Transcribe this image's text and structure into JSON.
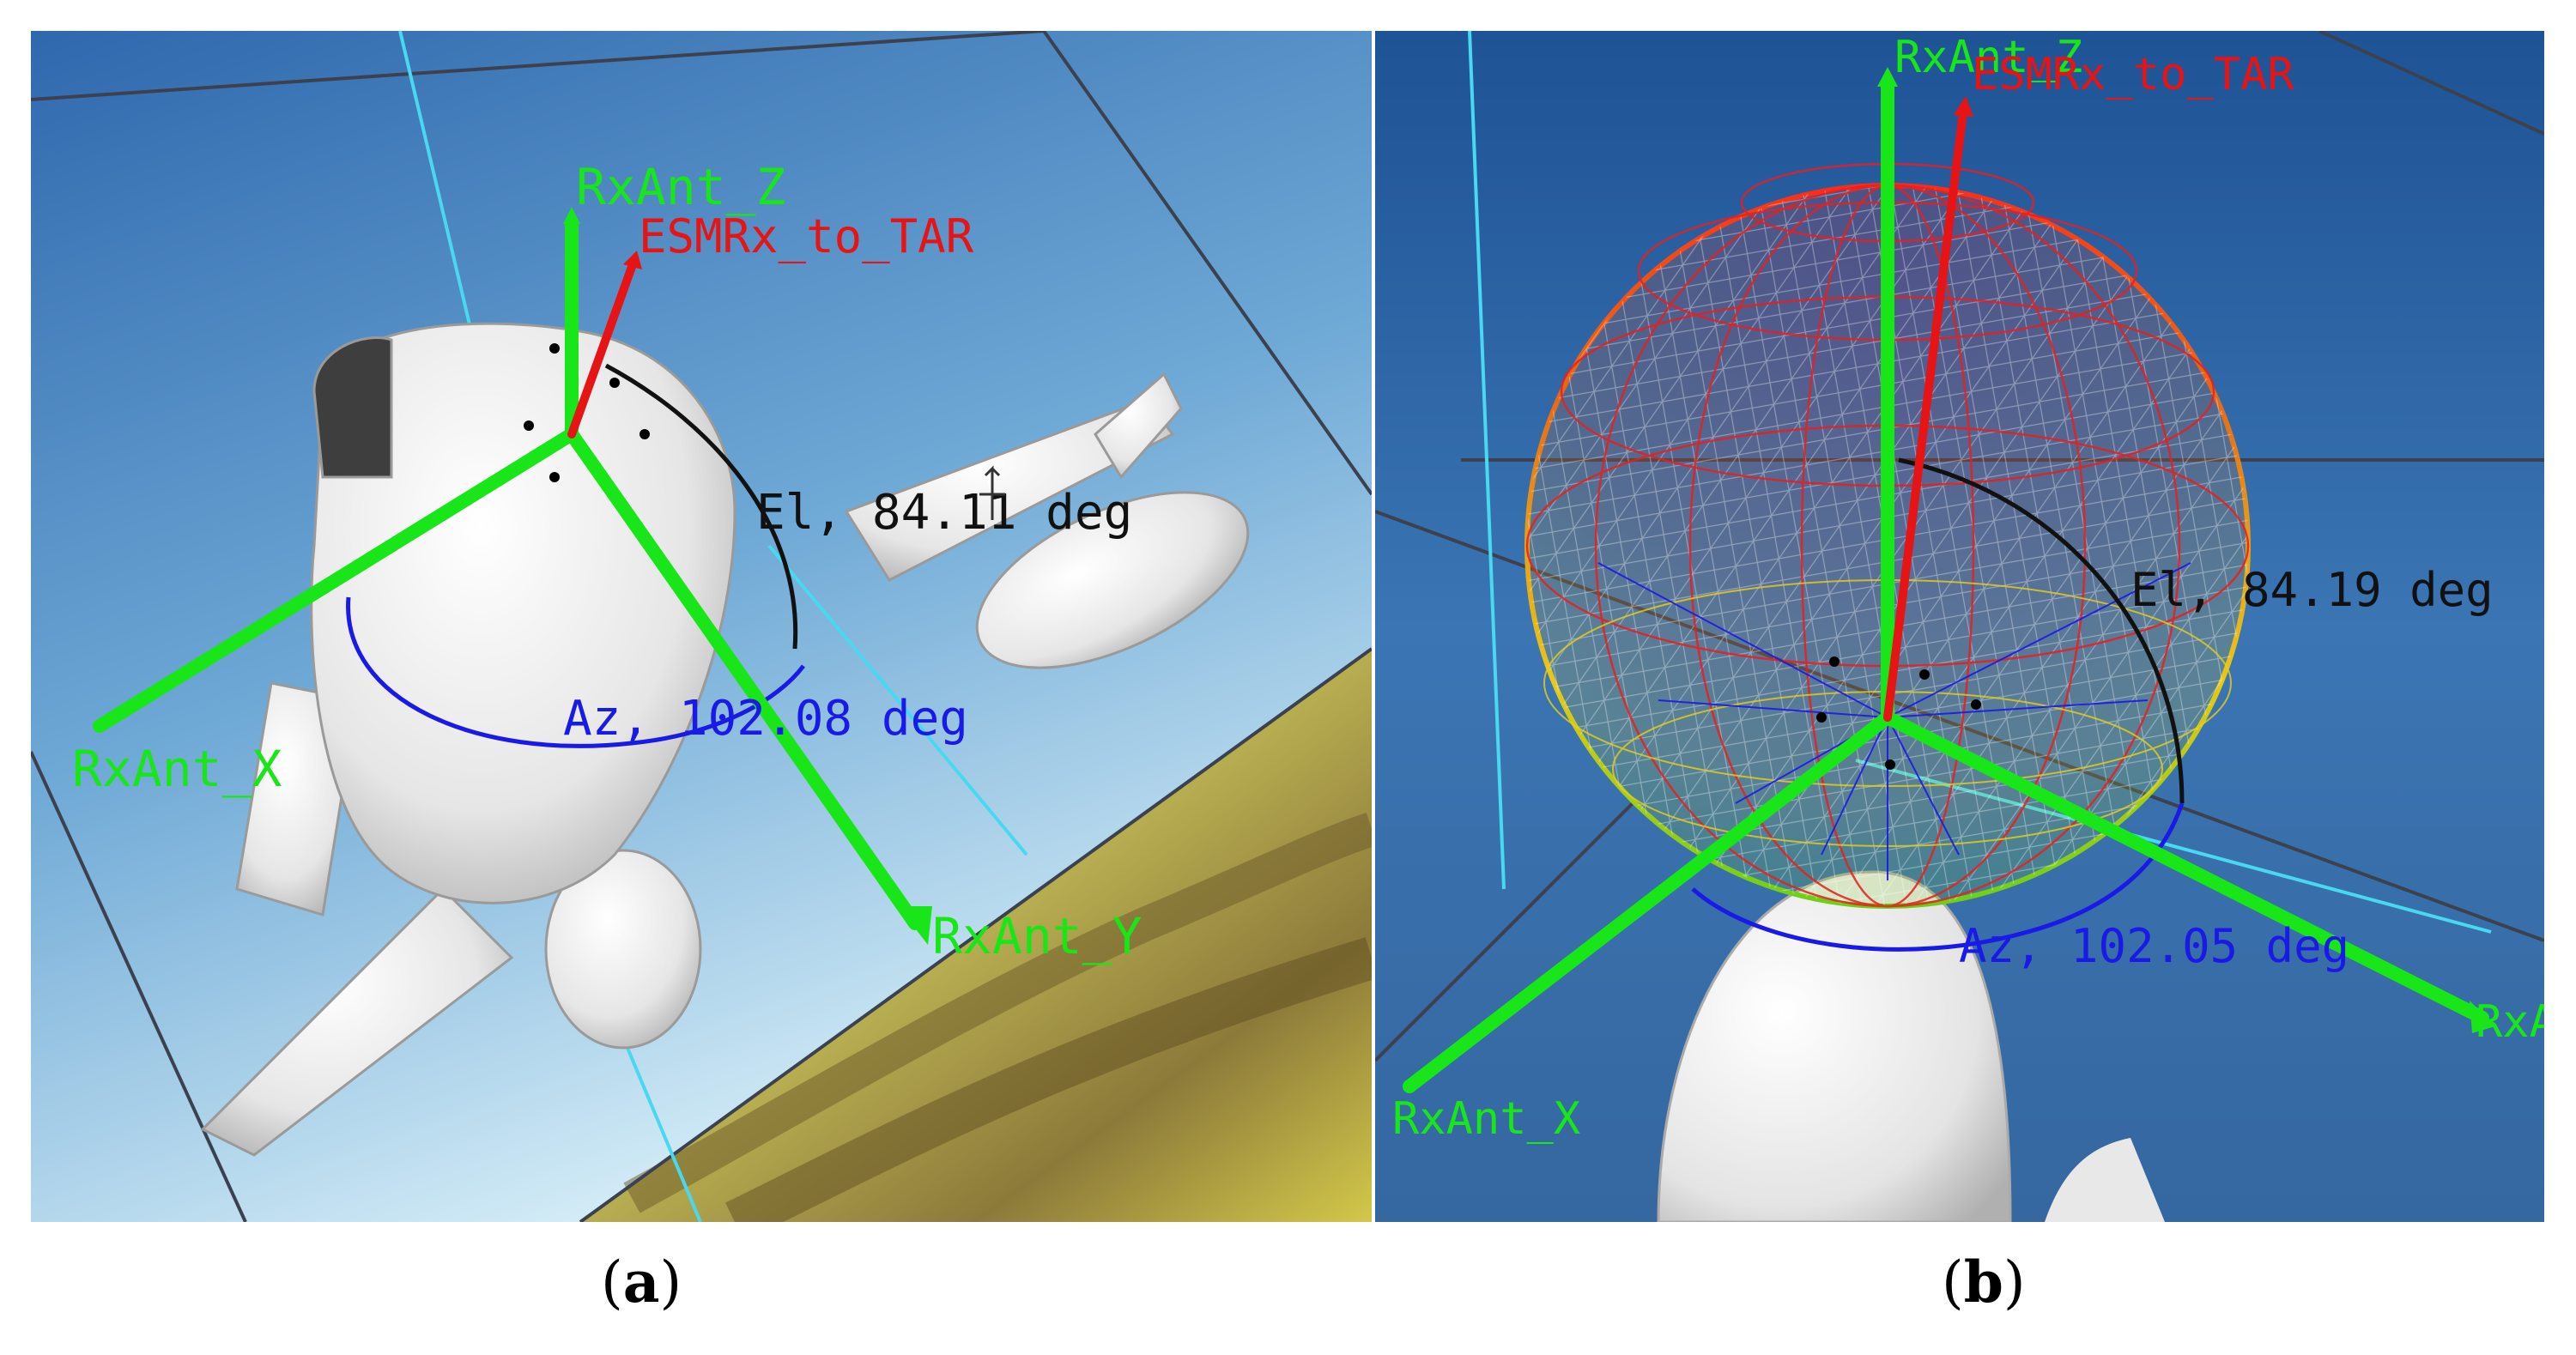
{
  "panels": [
    {
      "id": "a",
      "caption_letter": "a",
      "labels": {
        "z_axis": "RxAnt_Z",
        "x_axis": "RxAnt_X",
        "y_axis": "RxAnt_Y",
        "target_vector": "ESMRx_to_TAR",
        "elevation": "El, 84.11 deg",
        "azimuth": "Az, 102.08 deg"
      }
    },
    {
      "id": "b",
      "caption_letter": "b",
      "labels": {
        "z_axis": "RxAnt_Z",
        "x_axis": "RxAnt_X",
        "y_axis": "RxA",
        "target_vector": "ESMRx_to_TAR",
        "elevation": "El, 84.19 deg",
        "azimuth": "Az, 102.05 deg"
      }
    }
  ],
  "colors": {
    "axis": "#19e619",
    "target_vector": "#e61414",
    "elevation_arc": "#111111",
    "azimuth_arc": "#1a1ae6",
    "sky_top": "#3a72b5",
    "sky_bottom": "#bfe0f2",
    "grid_line": "#48d8f0"
  }
}
